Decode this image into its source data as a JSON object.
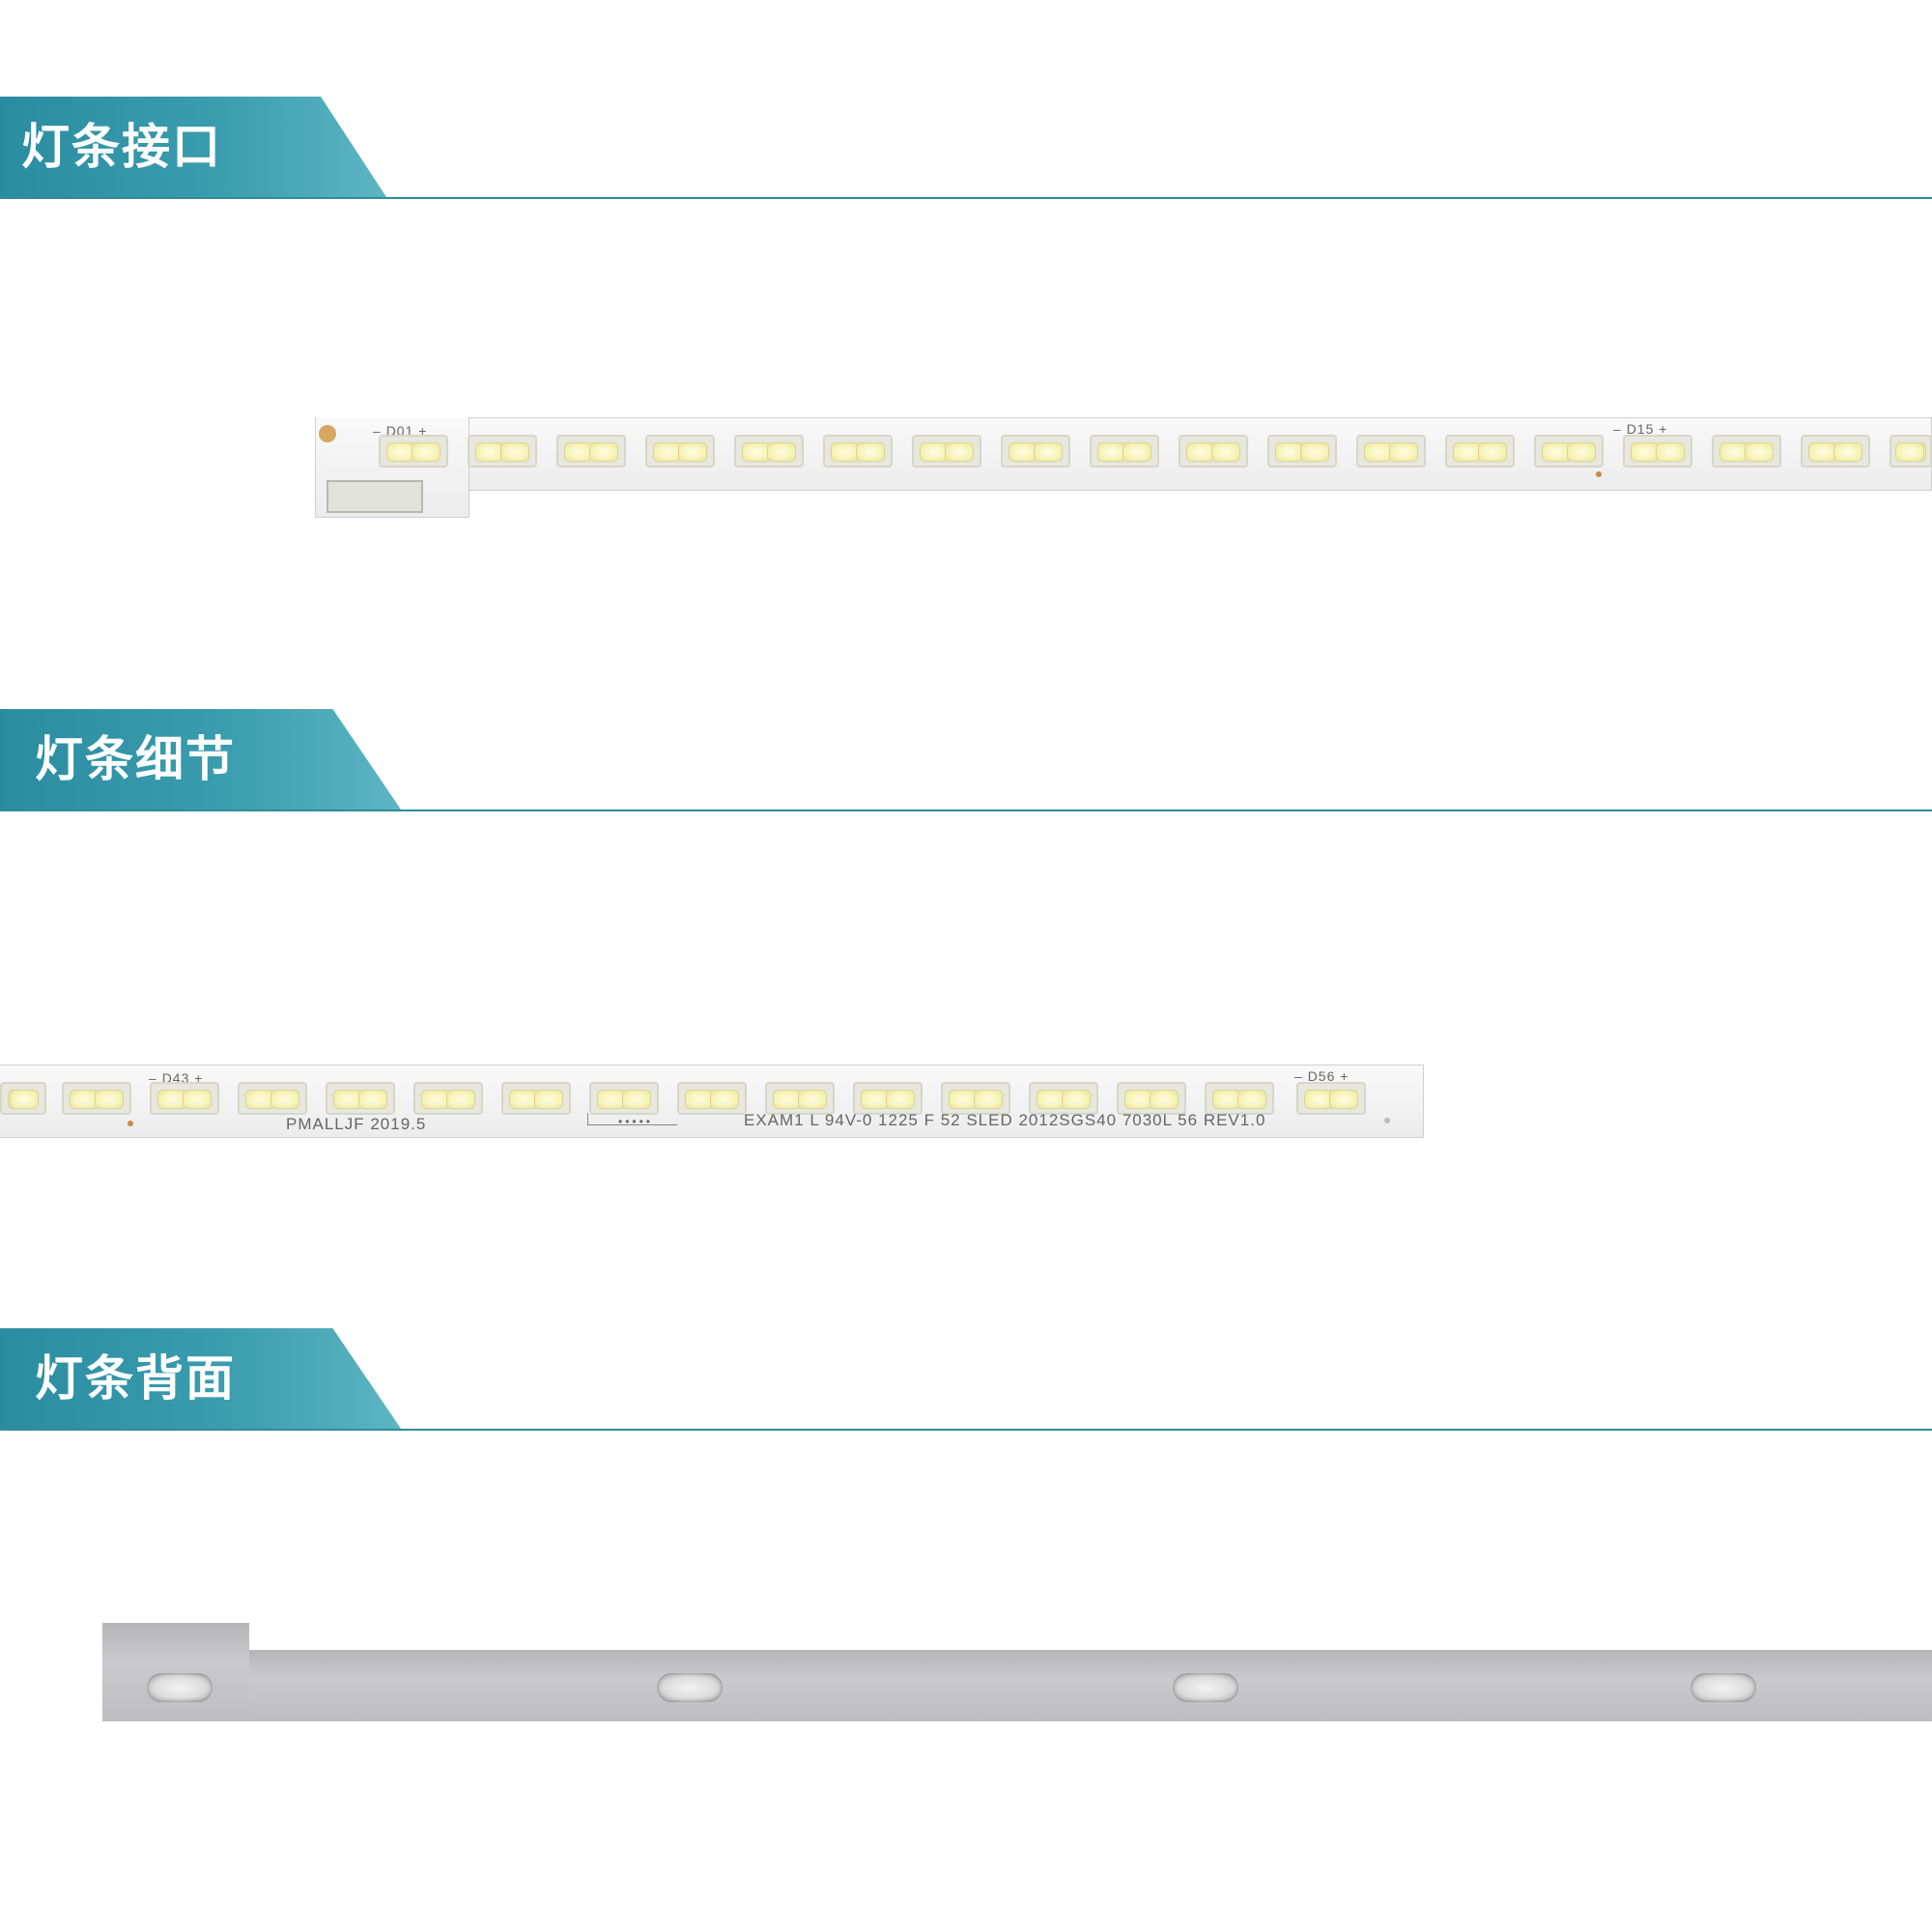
{
  "sections": [
    {
      "title": "灯条接口"
    },
    {
      "title": "灯条细节"
    },
    {
      "title": "灯条背面"
    }
  ],
  "strip1": {
    "markers": {
      "d01": "D01",
      "d15": "D15"
    }
  },
  "strip2": {
    "markers": {
      "d43": "D43",
      "d56": "D56"
    },
    "print_left": "PMALLJF  2019.5",
    "print_dots": "•••••",
    "print_right": "EXAM1  L  94V-0  1225 F 52   SLED  2012SGS40  7030L  56  REV1.0"
  },
  "colors": {
    "header_teal": "#2b8ca1",
    "header_line": "#2f8c9d",
    "back_aluminum": "#bdbdbf"
  }
}
